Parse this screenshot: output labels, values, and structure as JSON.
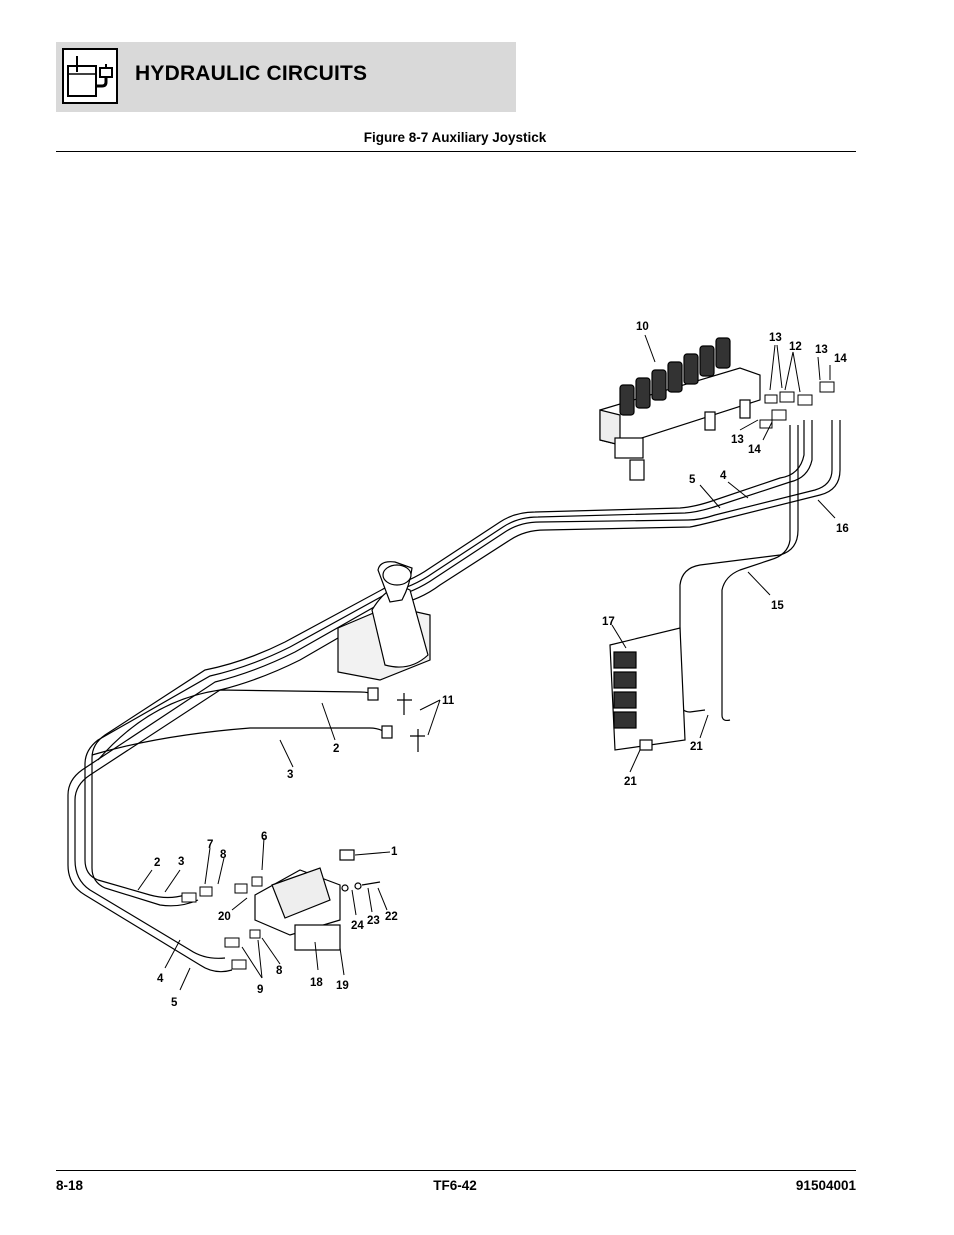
{
  "header": {
    "title": "HYDRAULIC CIRCUITS",
    "icon": "hydraulic-circuit-icon"
  },
  "figure": {
    "caption": "Figure 8-7 Auxiliary Joystick"
  },
  "callouts": [
    "10",
    "13",
    "12",
    "13",
    "14",
    "13",
    "14",
    "5",
    "4",
    "16",
    "15",
    "17",
    "11",
    "2",
    "3",
    "21",
    "21",
    "6",
    "1",
    "7",
    "8",
    "2",
    "3",
    "20",
    "24",
    "23",
    "22",
    "4",
    "5",
    "9",
    "8",
    "18",
    "19"
  ],
  "footer": {
    "page": "8-18",
    "model": "TF6-42",
    "part_number": "91504001"
  }
}
